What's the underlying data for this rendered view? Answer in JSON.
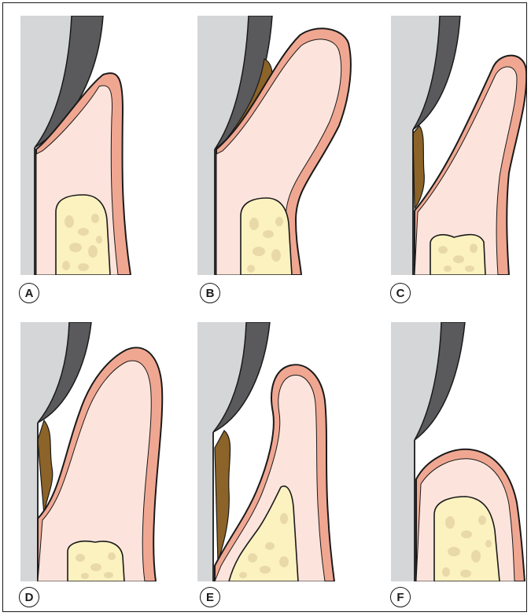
{
  "panels": [
    {
      "id": "a",
      "label": "A"
    },
    {
      "id": "b",
      "label": "B"
    },
    {
      "id": "c",
      "label": "C"
    },
    {
      "id": "d",
      "label": "D"
    },
    {
      "id": "e",
      "label": "E"
    },
    {
      "id": "f",
      "label": "F"
    }
  ],
  "colors": {
    "tooth_light": "#d4d6d8",
    "tooth_dark": "#5a5a5c",
    "epithelium": "#f0a792",
    "connective_tissue": "#fce4dc",
    "bone": "#fbf2c0",
    "bone_marrow": "#e9d9a8",
    "calculus": "#8c6328",
    "outline": "#1a1a1a"
  }
}
